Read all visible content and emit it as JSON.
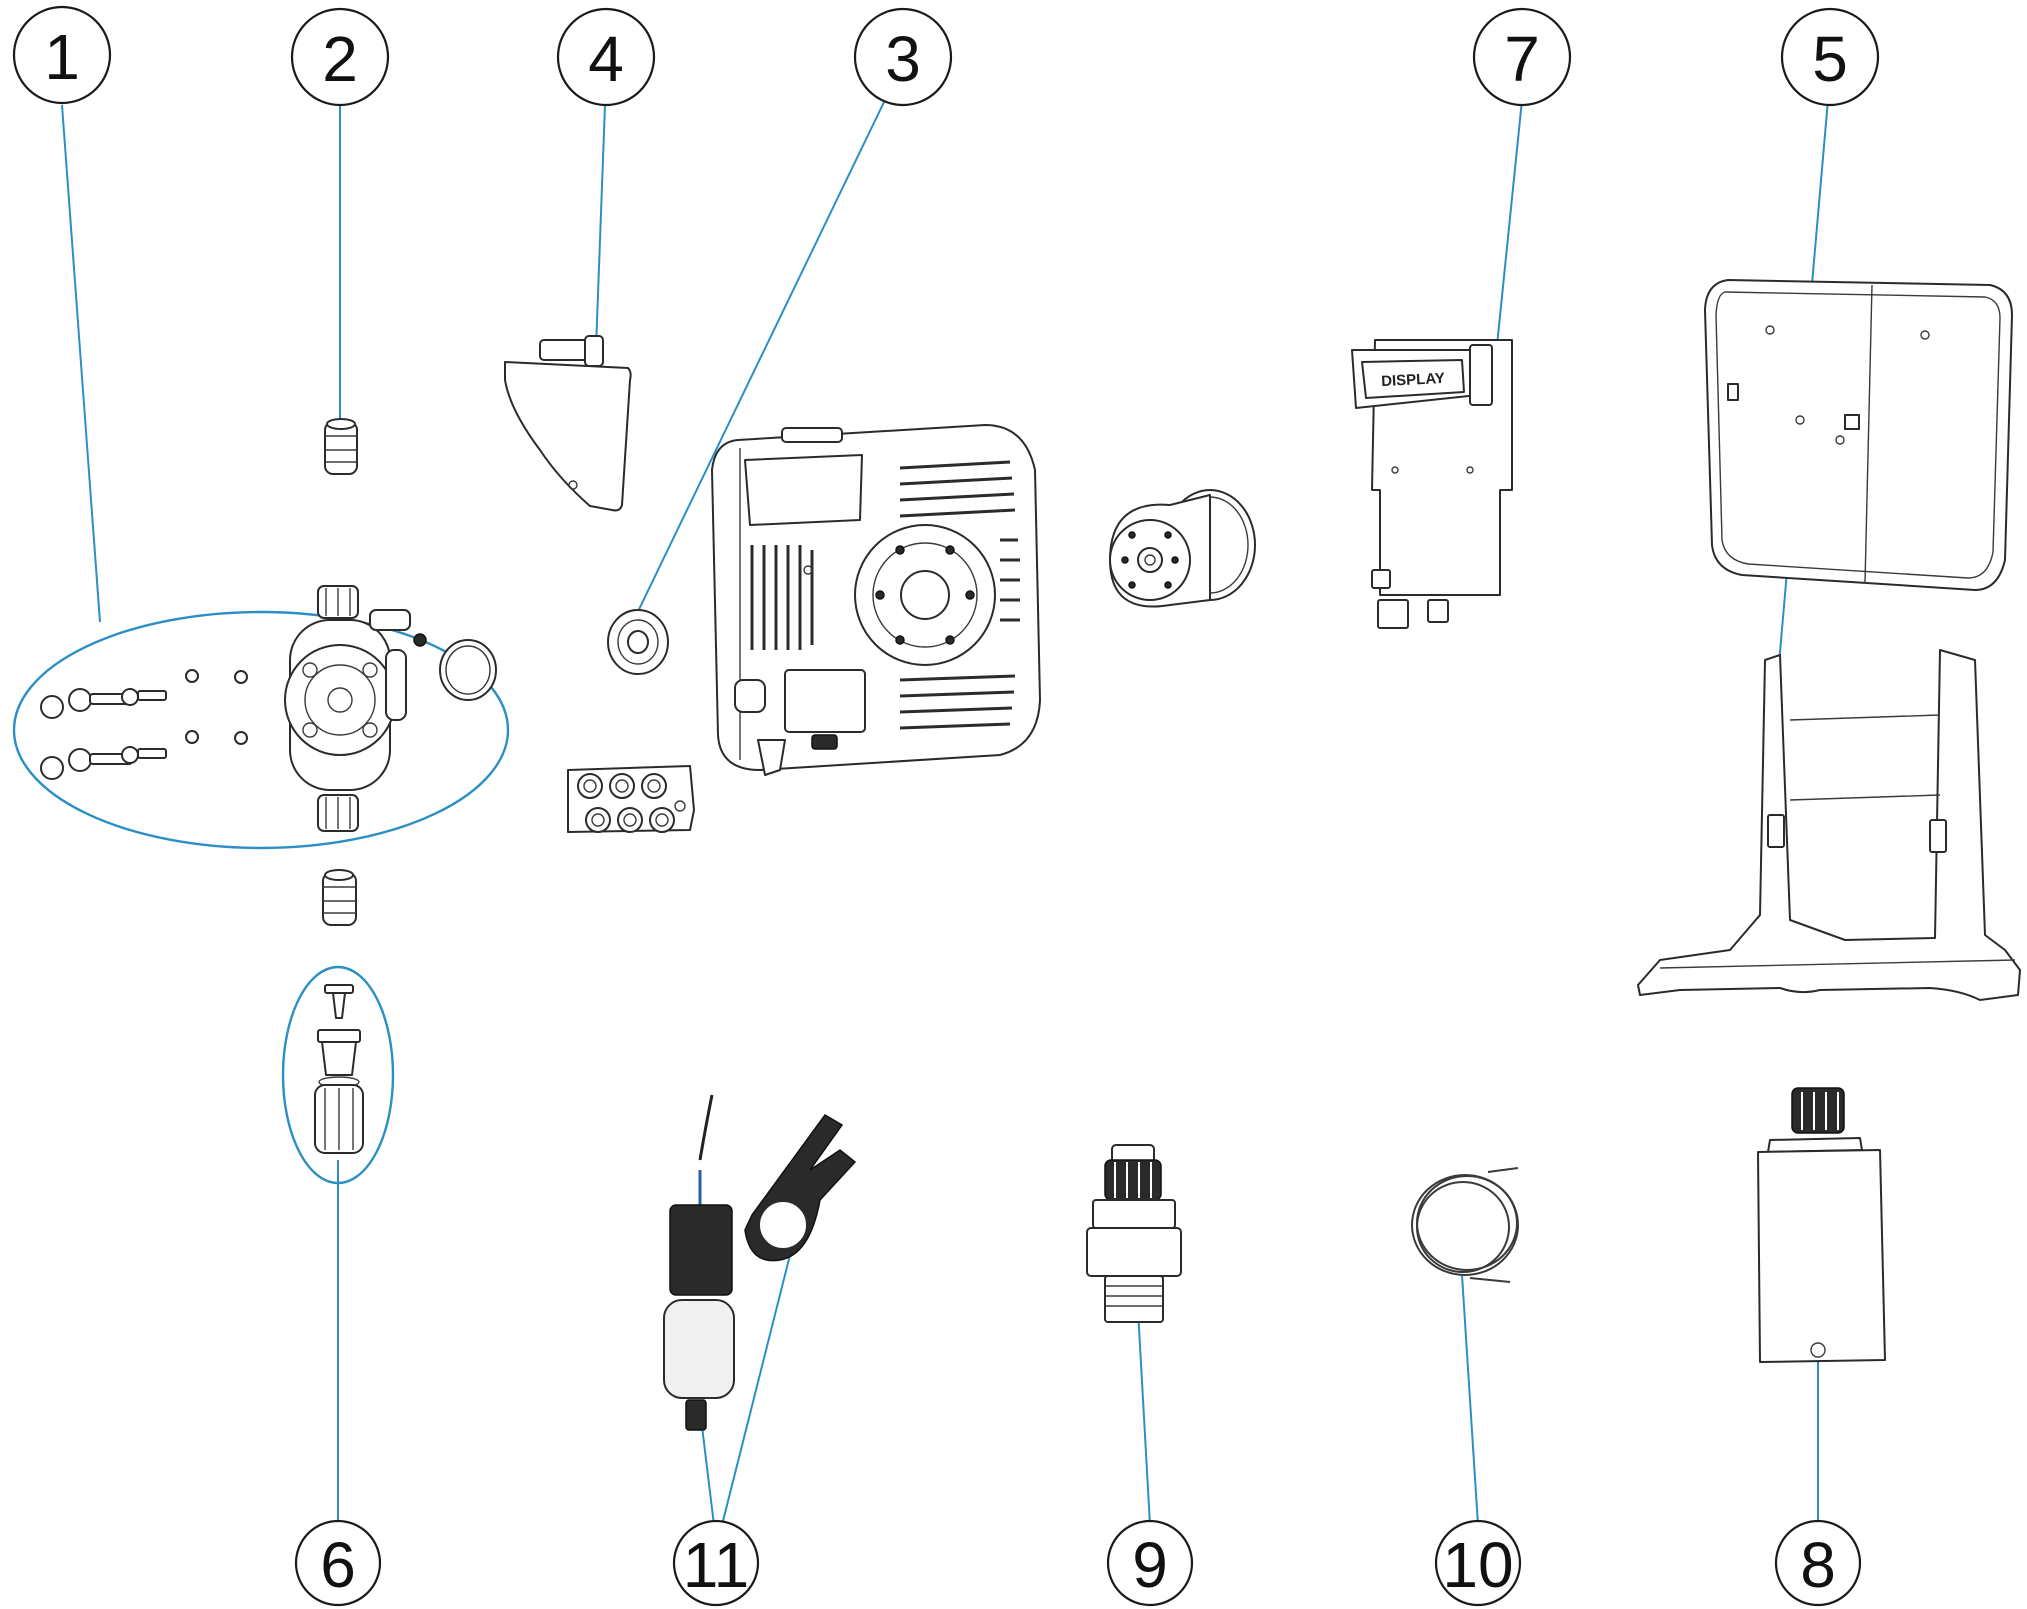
{
  "colors": {
    "leader": "#2a8fc4",
    "outline": "#2b2b2b",
    "background": "#ffffff"
  },
  "callouts": [
    {
      "id": "1",
      "label": "1"
    },
    {
      "id": "2",
      "label": "2"
    },
    {
      "id": "3",
      "label": "3"
    },
    {
      "id": "4",
      "label": "4"
    },
    {
      "id": "5",
      "label": "5"
    },
    {
      "id": "6",
      "label": "6"
    },
    {
      "id": "7",
      "label": "7"
    },
    {
      "id": "8",
      "label": "8"
    },
    {
      "id": "9",
      "label": "9"
    },
    {
      "id": "10",
      "label": "10"
    },
    {
      "id": "11",
      "label": "11"
    }
  ],
  "display_board": {
    "screen_label": "DISPLAY"
  }
}
